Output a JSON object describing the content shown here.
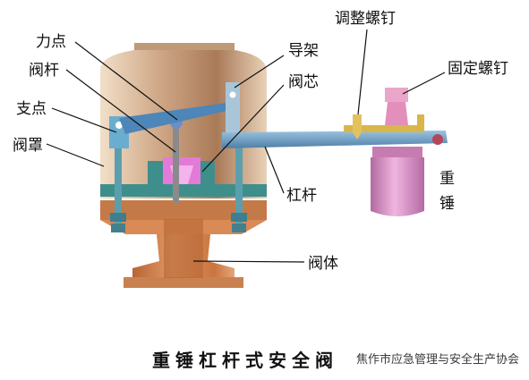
{
  "labels": {
    "force_point": "力点",
    "valve_stem": "阀杆",
    "fulcrum": "支点",
    "valve_cover": "阀罩",
    "guide_frame": "导架",
    "valve_core": "阀芯",
    "lever": "杠杆",
    "valve_body": "阀体",
    "adjust_screw": "调整螺钉",
    "fix_screw": "固定螺钉",
    "weight_char1": "重",
    "weight_char2": "锤"
  },
  "caption": "重锤杠杆式安全阀",
  "watermark": "焦作市应急管理与安全生产协会",
  "colors": {
    "body": "#d98a55",
    "cover": "#c7a582",
    "lever": "#6f9cc0",
    "weight": "#d998c8",
    "core": "#e47ad8",
    "plate": "#3e8f8c",
    "screw": "#d9b64a"
  }
}
